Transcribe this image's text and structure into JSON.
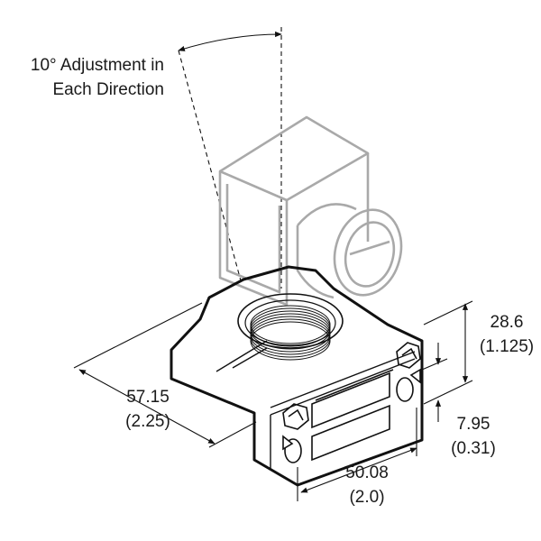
{
  "diagram": {
    "adjustment_label_line1": "10° Adjustment in",
    "adjustment_label_line2": "Each Direction",
    "dim_length_mm": "57.15",
    "dim_length_in": "(2.25)",
    "dim_height_mm": "28.6",
    "dim_height_in": "(1.125)",
    "dim_thickness_mm": "7.95",
    "dim_thickness_in": "(0.31)",
    "dim_width_mm": "50.08",
    "dim_width_in": "(2.0)",
    "colors": {
      "outline": "#111111",
      "ghost_sensor": "#a9a9a9",
      "text": "#1a1a1a"
    }
  }
}
